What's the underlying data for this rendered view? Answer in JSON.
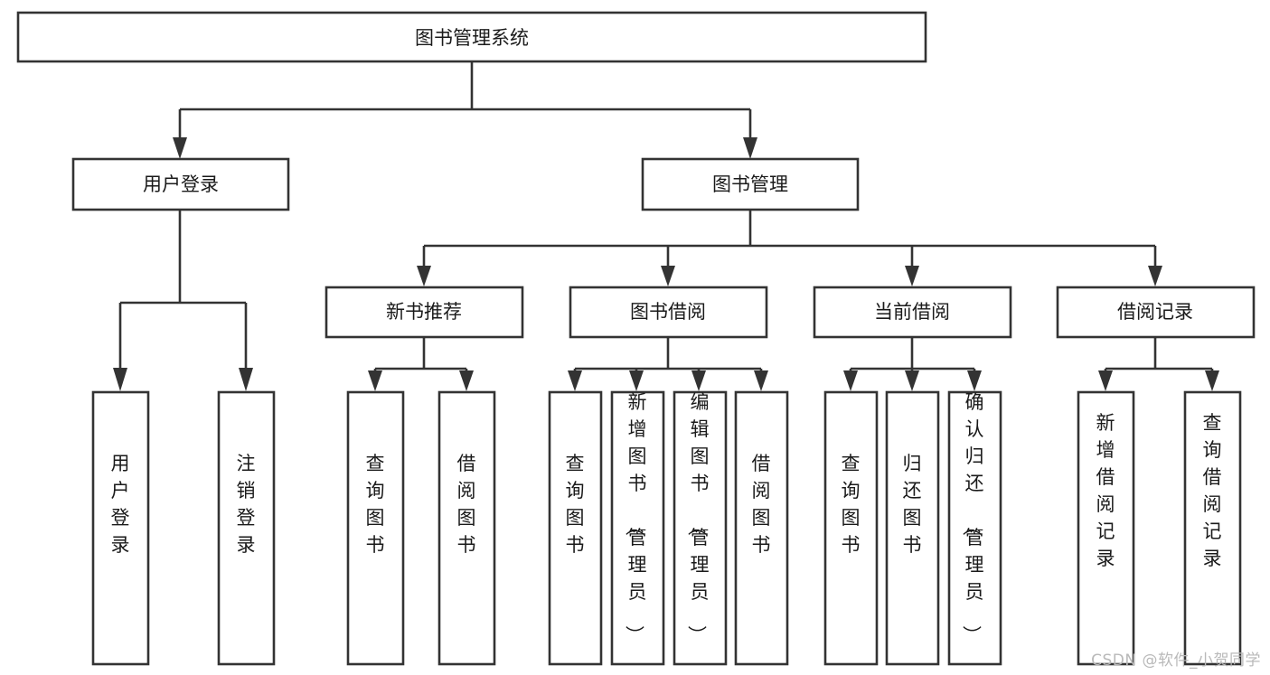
{
  "diagram": {
    "type": "tree",
    "title": "图书管理系统",
    "watermark": "CSDN @软件_小贺同学",
    "colors": {
      "stroke": "#333333",
      "fill": "#ffffff",
      "text": "#1a1a1a",
      "watermark": "#b9b9b9"
    },
    "root": {
      "label": "图书管理系统"
    },
    "level1": [
      {
        "label": "用户登录"
      },
      {
        "label": "图书管理"
      }
    ],
    "level2": [
      {
        "label": "新书推荐"
      },
      {
        "label": "图书借阅"
      },
      {
        "label": "当前借阅"
      },
      {
        "label": "借阅记录"
      }
    ],
    "leaves": {
      "user_login": [
        {
          "label": "用户登录"
        },
        {
          "label": "注销登录"
        }
      ],
      "new_book": [
        {
          "label": "查询图书"
        },
        {
          "label": "借阅图书"
        }
      ],
      "book_borrow": [
        {
          "label": "查询图书"
        },
        {
          "label": "新增图书（管理员）"
        },
        {
          "label": "编辑图书（管理员）"
        },
        {
          "label": "借阅图书"
        }
      ],
      "current_borrow": [
        {
          "label": "查询图书"
        },
        {
          "label": "归还图书"
        },
        {
          "label": "确认归还（管理员）"
        }
      ],
      "borrow_record": [
        {
          "label": "新增借阅记录"
        },
        {
          "label": "查询借阅记录"
        }
      ]
    }
  }
}
